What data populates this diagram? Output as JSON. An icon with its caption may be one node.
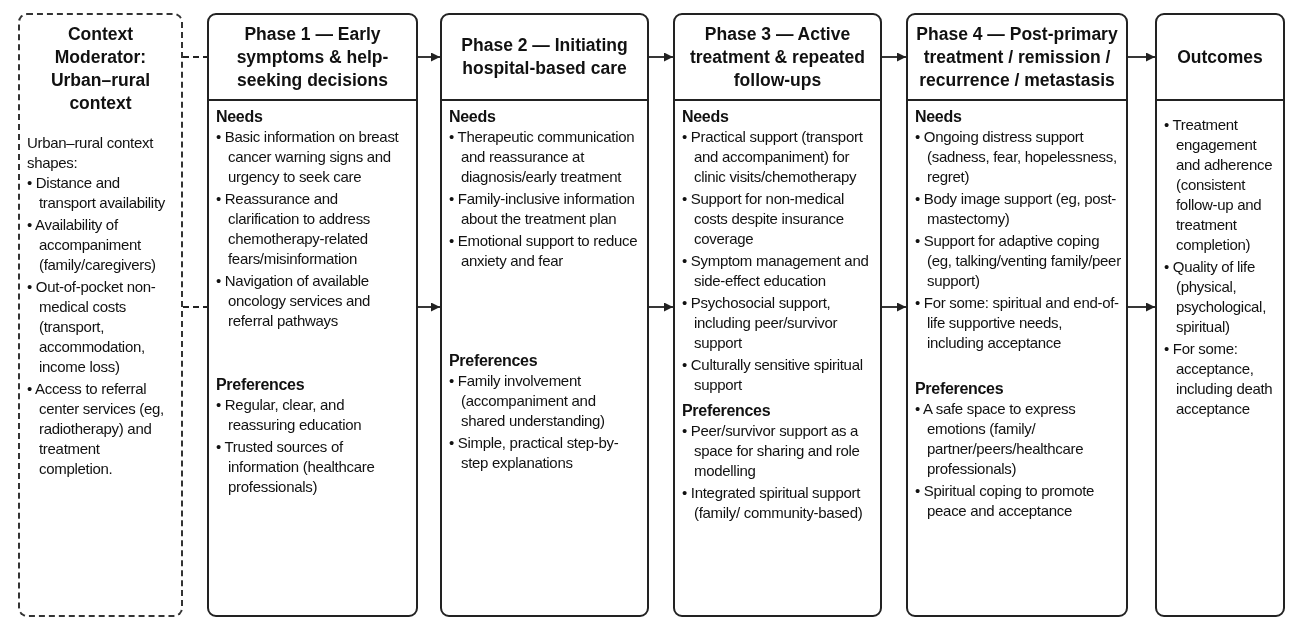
{
  "diagram": {
    "nodes": [
      {
        "text": [
          "Context Moderator: Urban–rural context",
          "Urban–rural context shapes:",
          "• Distance and transport availability",
          "• Availability of accompaniment (family/caregivers)",
          "• Out-of-pocket non-medical costs (transport, accommodation, income loss)",
          "• Access to referral center services (eg, radiotherapy) and treatment completion."
        ]
      },
      {
        "text": [
          "Phase 1 — Early symptoms & help-seeking decisions",
          "Needs",
          "• Basic information on breast cancer warning signs and urgency to seek care",
          "• Reassurance and clarification to address chemotherapy-related fears/misinformation",
          "• Navigation of available oncology services and referral pathways",
          "Preferences",
          "• Regular, clear, and reassuring education",
          "• Trusted sources of information (healthcare professionals)"
        ]
      },
      {
        "text": [
          "Phase 2 — Initiating hospital-based care",
          "Needs",
          "• Therapeutic communication and reassurance at diagnosis/early treatment",
          "• Family-inclusive information about the treatment plan",
          "• Emotional support to reduce anxiety and fear",
          "Preferences",
          "• Family involvement (accompaniment and shared understanding)",
          "• Simple, practical step-by-step explanations"
        ]
      },
      {
        "text": [
          "Phase 3 — Active treatment & repeated follow-ups",
          "Needs",
          "• Practical support (transport and accompaniment) for clinic visits/chemotherapy",
          "• Support for non-medical costs despite insurance coverage",
          "• Symptom management and side-effect education",
          "• Psychosocial support, including peer/survivor support",
          "• Culturally sensitive spiritual support",
          "Preferences",
          "• Peer/survivor support as a space for sharing and role modelling",
          "• Integrated spiritual support (family/ community-based)"
        ]
      },
      {
        "text": [
          "Phase 4 — Post-primary treatment / remission / recurrence / metastasis",
          "Needs",
          "• Ongoing distress support (sadness, fear, hopelessness, regret)",
          "• Body image support (eg, post-mastectomy)",
          "• Support for adaptive coping (eg, talking/venting family/peer support)",
          "• For some: spiritual and end-of-life supportive needs, including acceptance",
          "Preferences",
          "• A safe space to express emotions (family/ partner/peers/healthcare professionals)",
          "• Spiritual coping to promote peace and acceptance"
        ]
      },
      {
        "text": [
          "Outcomes",
          "• Treatment engagement and adherence (consistent follow-up and treatment completion)",
          "• Quality of life (physical, psychological, spiritual)",
          "• For some: acceptance, including death acceptance"
        ]
      }
    ],
    "edges": [
      {
        "from": 0,
        "to": 1,
        "arrow": "none",
        "style": "dashed"
      },
      {
        "from": 0,
        "to": 1,
        "arrow": "none",
        "style": "dashed"
      },
      {
        "from": 1,
        "to": 2,
        "arrow": "to"
      },
      {
        "from": 1,
        "to": 2,
        "arrow": "to"
      },
      {
        "from": 2,
        "to": 3,
        "arrow": "to"
      },
      {
        "from": 2,
        "to": 3,
        "arrow": "to"
      },
      {
        "from": 3,
        "to": 4,
        "arrow": "to"
      },
      {
        "from": 3,
        "to": 4,
        "arrow": "to"
      },
      {
        "from": 4,
        "to": 5,
        "arrow": "to"
      },
      {
        "from": 4,
        "to": 5,
        "arrow": "to"
      }
    ]
  }
}
